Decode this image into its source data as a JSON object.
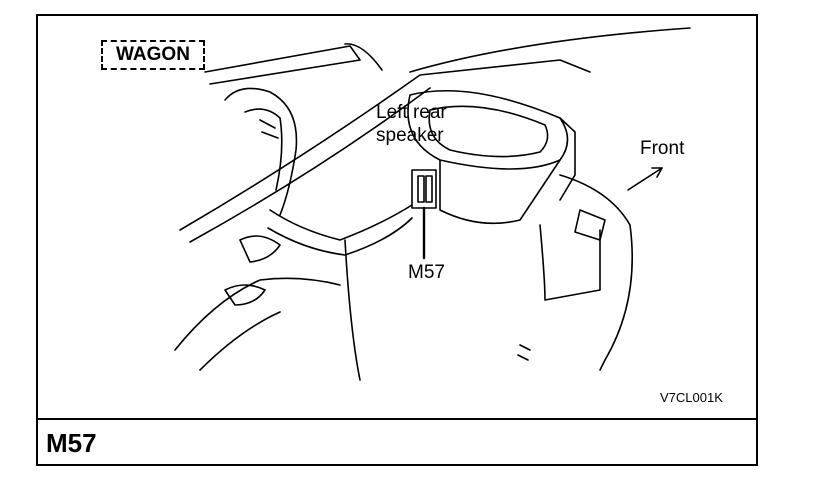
{
  "variant_tag": "WAGON",
  "labels": {
    "speaker_line1": "Left rear",
    "speaker_line2": "speaker",
    "front": "Front",
    "connector": "M57"
  },
  "figure_code": "V7CL001K",
  "connector_title": "M57"
}
